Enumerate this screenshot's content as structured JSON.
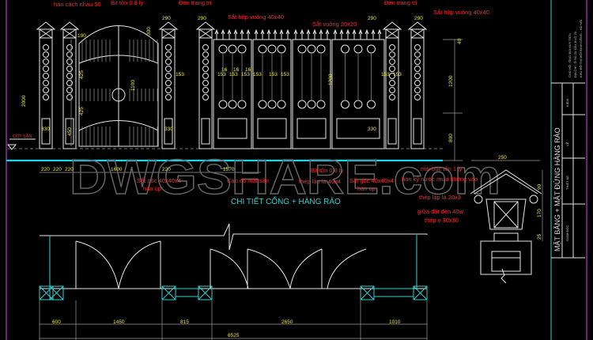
{
  "colors": {
    "background": "#000000",
    "lines": "#e6e6e6",
    "annotations": "#ff2a2a",
    "dimensions": "#e8e840",
    "ground_line": "#1ad6e6",
    "title": "#2fd0d0",
    "frame": "#b040c0"
  },
  "watermark": "DWGSHARE.com",
  "elevation": {
    "notes": [
      "hàn cách nhau 50",
      "Bịt tôn 0.8 ly",
      "Đèn trang trí",
      "Sắt hộp vuông 40x40",
      "Sắt vuông 20x20",
      "Đèn trang trí",
      "Sắt hộp vuông 40x40"
    ],
    "level_label": "CỐT SÂN",
    "top_dims": [
      "290",
      "290",
      "290",
      "290",
      "190",
      "300"
    ],
    "height_dims": [
      "2000",
      "1200",
      "800",
      "40",
      "1100",
      "425",
      "425",
      "1200"
    ],
    "panel_dims": [
      "153",
      "153",
      "153",
      "153",
      "153",
      "153",
      "153",
      "153",
      "153",
      "16",
      "16",
      "16"
    ],
    "base_dims": [
      "330",
      "330",
      "330",
      "450"
    ],
    "bottom_dims": [
      "220",
      "220",
      "220",
      "1600",
      "220",
      "1570"
    ],
    "lower_notes": [
      "Sắt góc 40x40x4",
      "hàn úp",
      "Cao độ mặt sân",
      "Bịt tôn 0.8 ly",
      "thép lập là 40x4",
      "Sắt góc 40x40x4",
      "hàn úp"
    ]
  },
  "title": "CHI TIẾT CỔNG + HÀNG RÀO",
  "plan": {
    "dims": [
      "600",
      "1450",
      "815",
      "2650",
      "1010"
    ],
    "total": "6525"
  },
  "lamp_detail": {
    "notes": [
      "mái bọc tôn 1 ly",
      "hàn kỹ nước mưa không vào",
      "thép lập là 20x3",
      "giữa đặt đèn 40w",
      "thép v 30x30"
    ],
    "dims": [
      "250",
      "90",
      "170",
      "25"
    ]
  },
  "title_block": {
    "sheet_title": "MẶT BẰNG + MẶT ĐỨNG HÀNG RÀO",
    "info": [
      "CHỦ HỘ : ÔNG BÙI HUY TIẾN",
      "ĐỊA CHỈ : Ô SỐ 20 DÃY 8 LÔ 20",
      "KHU ĐÔ THỊ MỚI ĐỊNH CÔNG - HÀ NỘI"
    ],
    "roles": [
      "KIỂM",
      "VẼ",
      "THIẾT KẾ",
      "GIÁM ĐỐC"
    ]
  }
}
